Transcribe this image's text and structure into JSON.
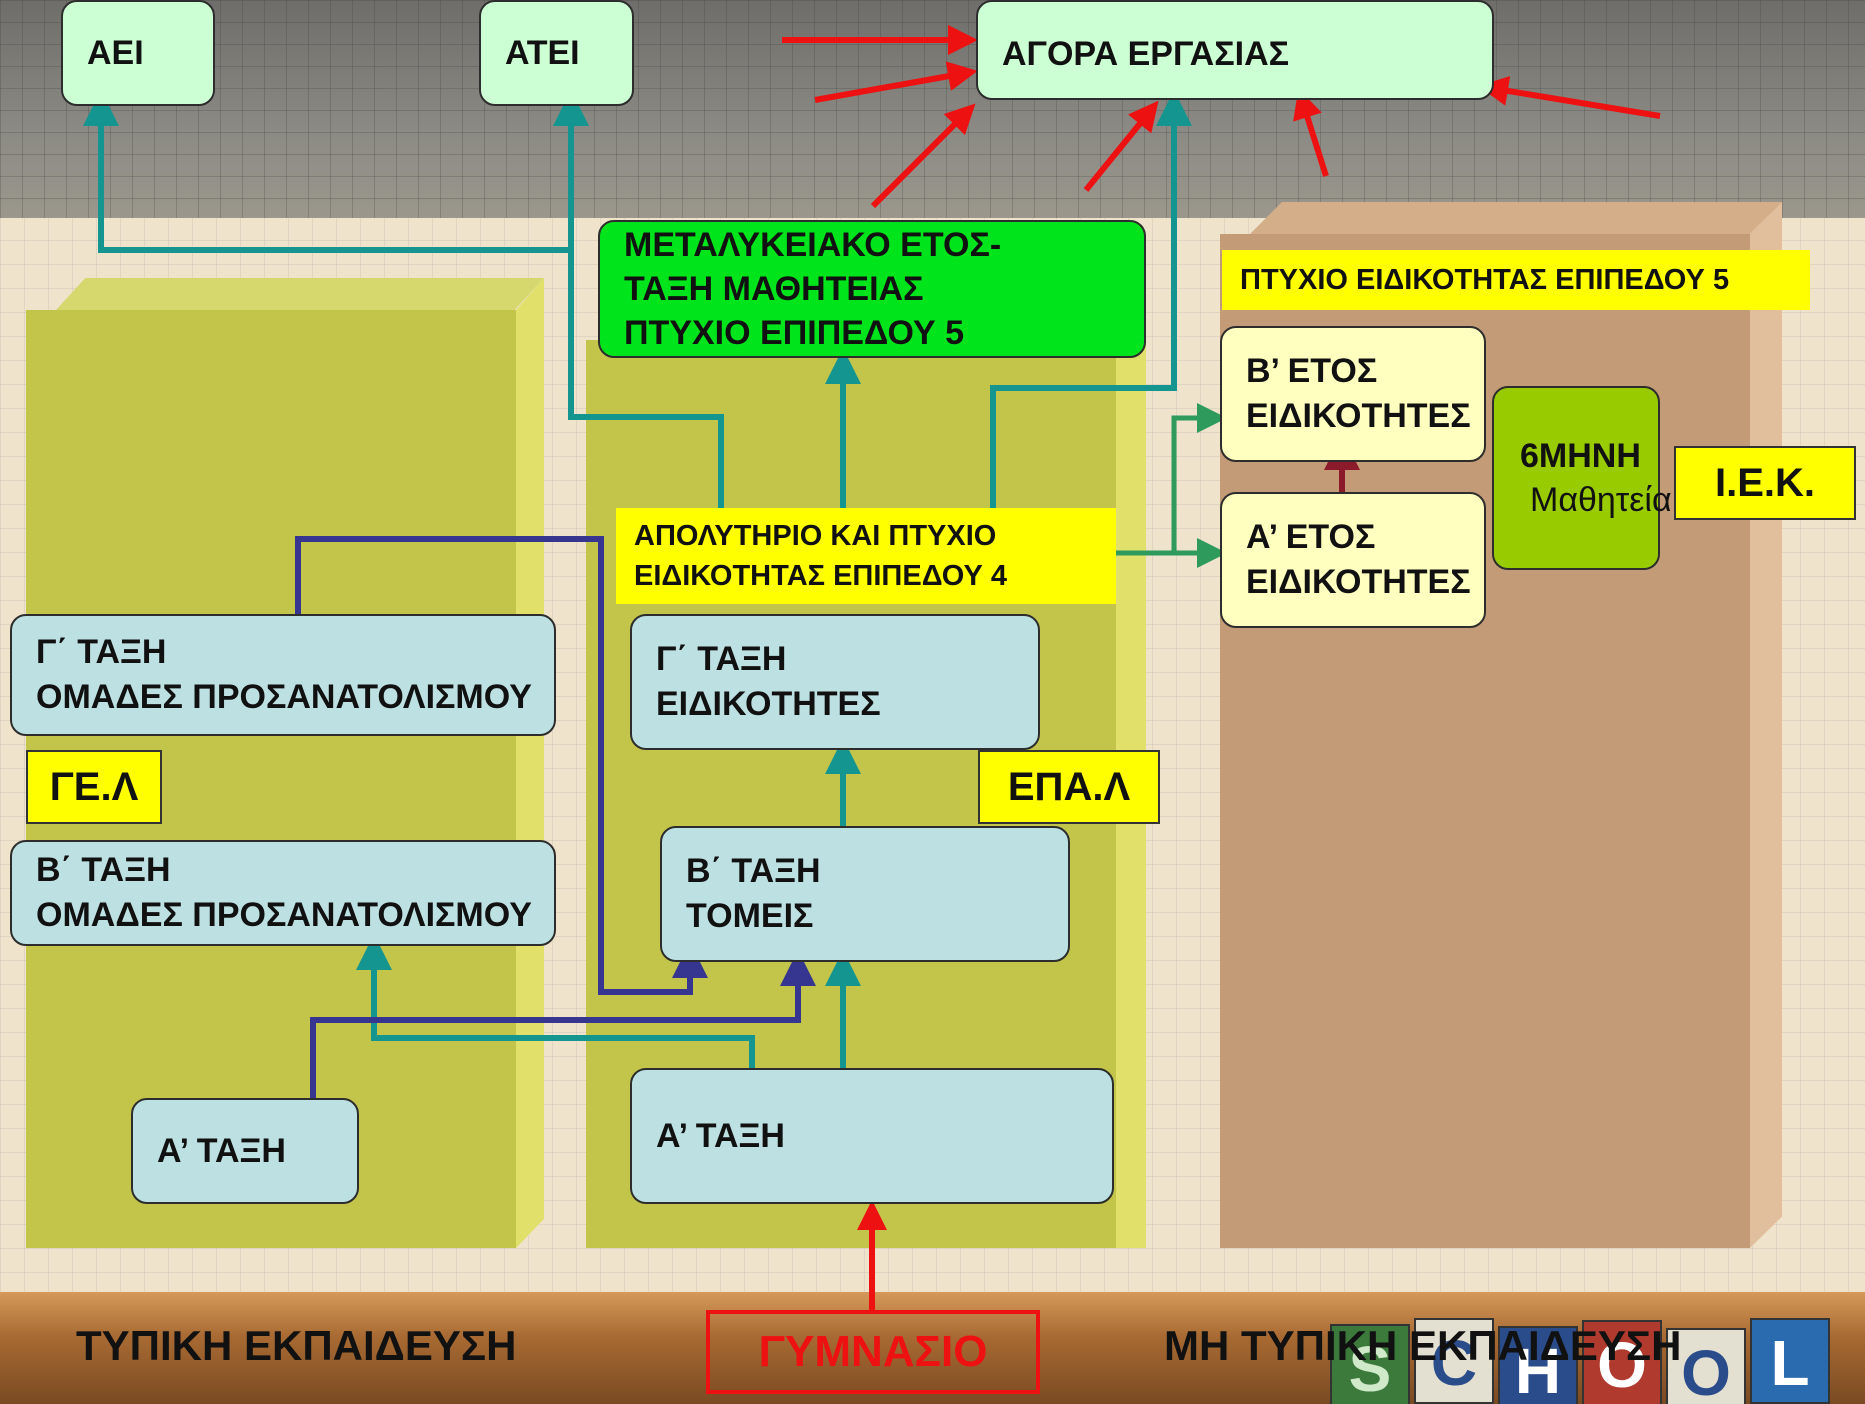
{
  "diagram": {
    "top": {
      "aei": "ΑΕΙ",
      "atei": "ΑΤΕΙ",
      "agora_ergasias": "ΑΓΟΡΑ ΕΡΓΑΣΙΑΣ"
    },
    "epal_column": {
      "metalykeiako": [
        "ΜΕΤΑΛΥΚΕΙΑΚΟ ΕΤΟΣ-",
        "ΤΑΞΗ ΜΑΘΗΤΕΙΑΣ",
        "ΠΤΥΧΙΟ ΕΠΙΠΕΔΟΥ 5"
      ],
      "apolytirio": [
        "ΑΠΟΛΥΤΗΡΙΟ ΚΑΙ ΠΤΥΧΙΟ",
        "ΕΙΔΙΚΟΤΗΤΑΣ ΕΠΙΠΕΔΟΥ 4"
      ],
      "g_taxi": [
        "Γ΄ ΤΑΞΗ",
        "ΕΙΔΙΚΟΤΗΤΕΣ"
      ],
      "label": "ΕΠΑ.Λ",
      "b_taxi": [
        "Β΄ ΤΑΞΗ",
        "ΤΟΜΕΙΣ"
      ],
      "a_taxi": "Α’ ΤΑΞΗ"
    },
    "gel_column": {
      "g_taxi": [
        "Γ΄ ΤΑΞΗ",
        "ΟΜΑΔΕΣ ΠΡΟΣΑΝΑΤΟΛΙΣΜΟΥ"
      ],
      "label": "ΓΕ.Λ",
      "b_taxi": [
        "Β΄ ΤΑΞΗ",
        "ΟΜΑΔΕΣ ΠΡΟΣΑΝΑΤΟΛΙΣΜΟΥ"
      ],
      "a_taxi": "Α’ ΤΑΞΗ"
    },
    "iek_column": {
      "ptyxio": "ΠΤΥΧΙΟ ΕΙΔΙΚΟΤΗΤΑΣ ΕΠΙΠΕΔΟΥ 5",
      "b_etos": [
        "Β’ ΕΤΟΣ",
        "ΕΙΔΙΚΟΤΗΤΕΣ"
      ],
      "a_etos": [
        "Α’ ΕΤΟΣ",
        "ΕΙΔΙΚΟΤΗΤΕΣ"
      ],
      "mathiteia": [
        "6ΜΗΝΗ",
        "Μαθητεία"
      ],
      "label": "Ι.Ε.Κ."
    },
    "bottom": {
      "typiki": "ΤΥΠΙΚΗ ΕΚΠΑΙΔΕΥΣΗ",
      "gymnasio": "ΓΥΜΝΑΣΙΟ",
      "mi_typiki": "ΜΗ ΤΥΠΙΚΗ ΕΚΠΑΙΔΕΥΣΗ"
    },
    "decor_blocks": [
      "S",
      "C",
      "H",
      "O",
      "O",
      "L"
    ]
  },
  "colors": {
    "teal_arrow": "#14958f",
    "navy_arrow": "#36358f",
    "red_arrow": "#ee1111",
    "green_arrow": "#2e9a5c",
    "maroon_arrow": "#8b1a2a",
    "olive_column": "#c2c54a",
    "tan_column": "#c39b76",
    "label_yellow": "#ffff00"
  }
}
